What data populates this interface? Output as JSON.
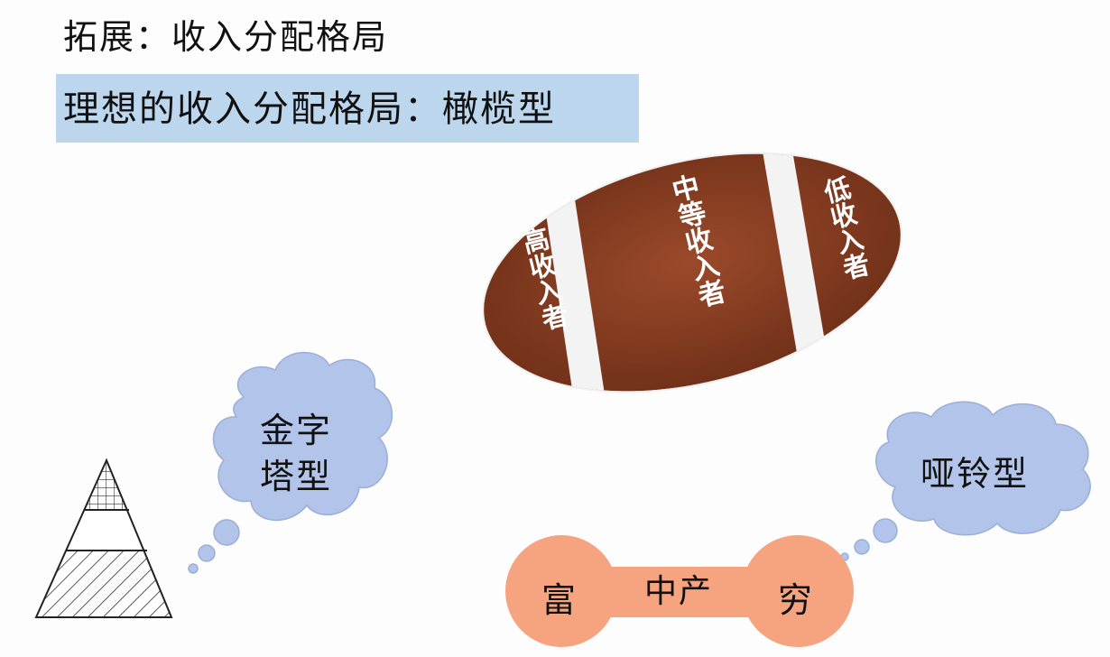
{
  "header": {
    "title": "拓展：收入分配格局",
    "subtitle": "理想的收入分配格局：橄榄型"
  },
  "olive": {
    "high_income": "高收入者",
    "middle_income": "中等收入者",
    "low_income": "低收入者",
    "colors": {
      "body": "#8a3f23",
      "stripe": "#f3f3f3"
    }
  },
  "pyramid_cloud": {
    "line1": "金字",
    "line2": "塔型"
  },
  "dumbbell_cloud": {
    "label": "哑铃型"
  },
  "dumbbell": {
    "rich": "富",
    "middle": "中产",
    "poor": "穷",
    "color": "#f6a47f"
  },
  "cloud_color": "#b3c4ea"
}
